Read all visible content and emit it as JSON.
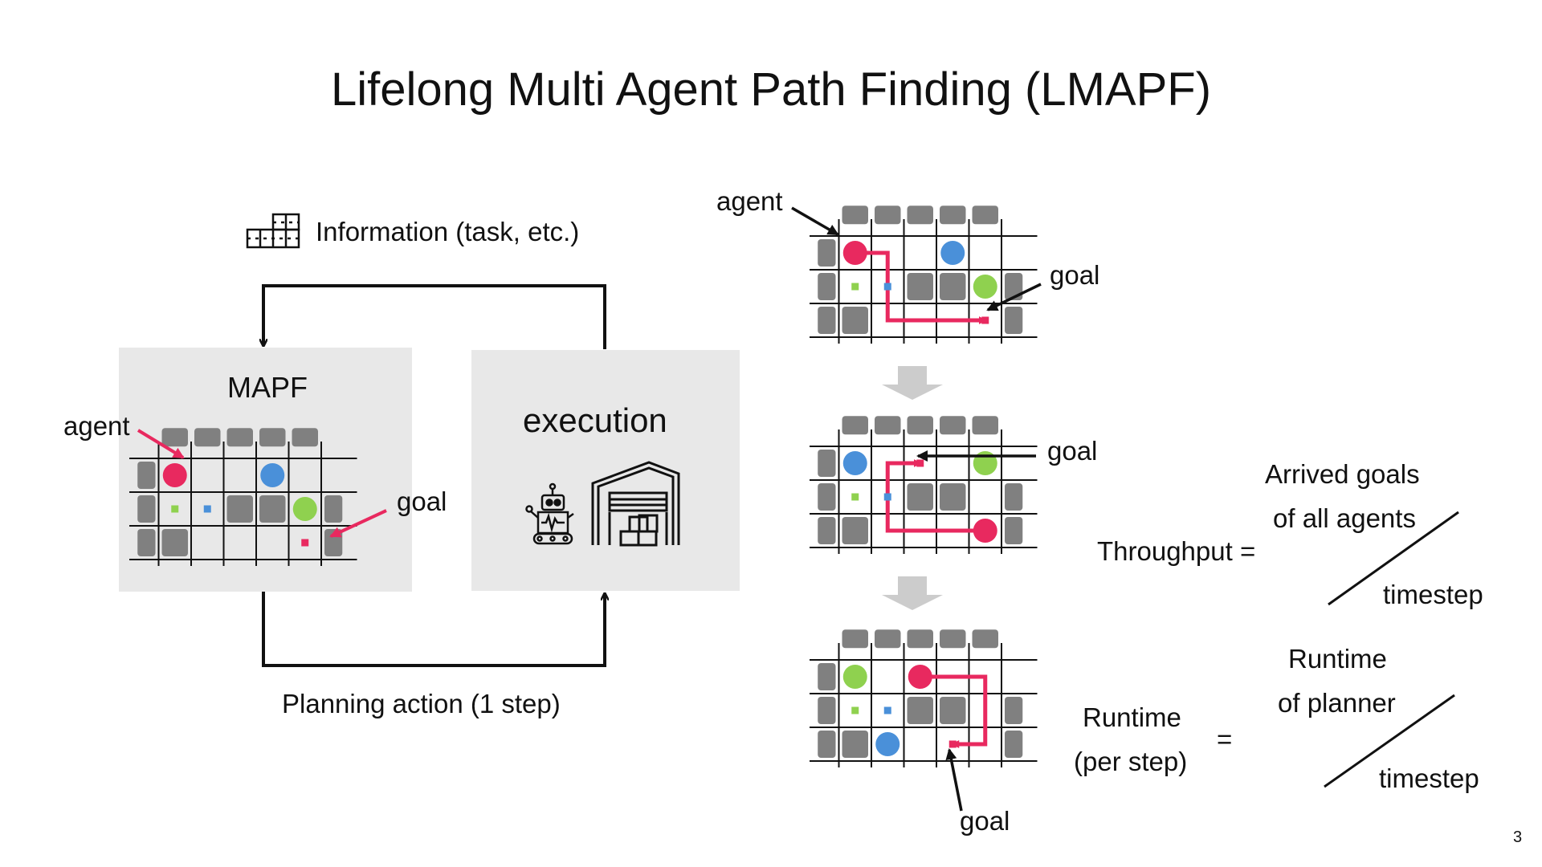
{
  "slide": {
    "title": "Lifelong Multi Agent Path Finding (LMAPF)",
    "page_number": "3"
  },
  "loop": {
    "info_label": "Information (task, etc.)",
    "planning_label": "Planning action (1 step)"
  },
  "mapf_box": {
    "title": "MAPF",
    "agent_label": "agent",
    "goal_label": "goal"
  },
  "execution_box": {
    "title": "execution",
    "icons": [
      "robot-icon",
      "warehouse-icon"
    ]
  },
  "grids": {
    "step1_agent_label": "agent",
    "step1_goal_label": "goal",
    "step2_goal_label": "goal",
    "step3_goal_label": "goal"
  },
  "metrics": {
    "throughput_label": "Throughput =",
    "throughput_num_line1": "Arrived goals",
    "throughput_num_line2": "of all agents",
    "throughput_den": "timestep",
    "runtime_label_line1": "Runtime",
    "runtime_label_line2": "(per step)",
    "equals": "=",
    "runtime_num_line1": "Runtime",
    "runtime_num_line2": "of planner",
    "runtime_den": "timestep"
  },
  "colors": {
    "agent_red": "#e8295f",
    "agent_blue": "#4a90d9",
    "agent_green": "#8fd14f",
    "obstacle": "#808080",
    "panel": "#e8e8e8",
    "transition_arrow": "#cccccc"
  }
}
